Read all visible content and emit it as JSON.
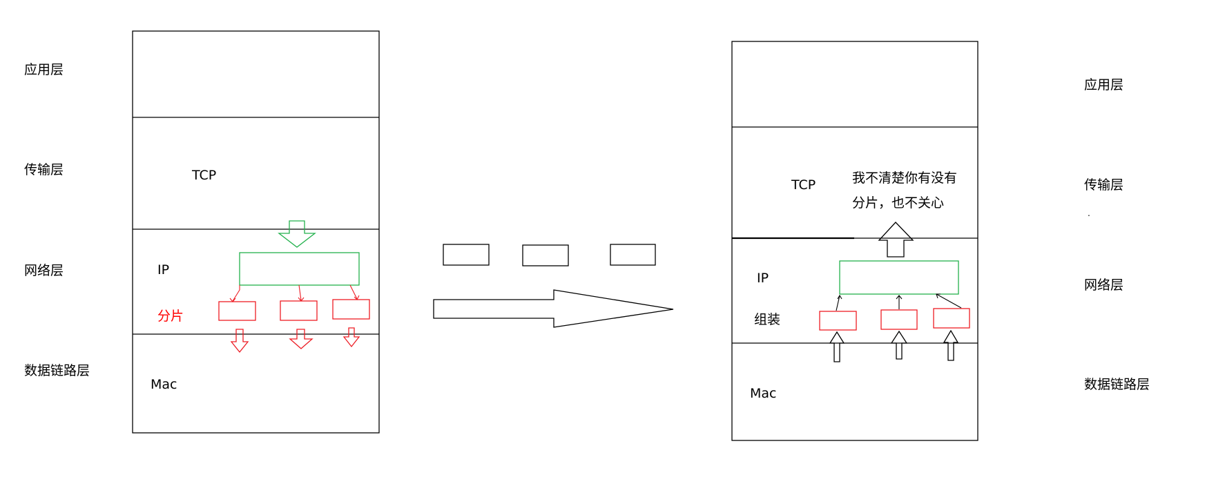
{
  "colors": {
    "line": "#000000",
    "green": "#22b14c",
    "red": "#ed1c24",
    "red_text": "#ff0000",
    "background": "#ffffff"
  },
  "left_labels": {
    "application": "应用层",
    "transport": "传输层",
    "network": "网络层",
    "datalink": "数据链路层"
  },
  "right_labels": {
    "application": "应用层",
    "transport": "传输层",
    "network": "网络层",
    "datalink": "数据链路层",
    "dot": "."
  },
  "sender": {
    "tcp": "TCP",
    "ip": "IP",
    "fragment": "分片",
    "mac": "Mac"
  },
  "receiver": {
    "tcp": "TCP",
    "ip": "IP",
    "reassemble": "组装",
    "mac": "Mac",
    "note_line1": "我不清楚你有没有",
    "note_line2": "分片，也不关心"
  }
}
